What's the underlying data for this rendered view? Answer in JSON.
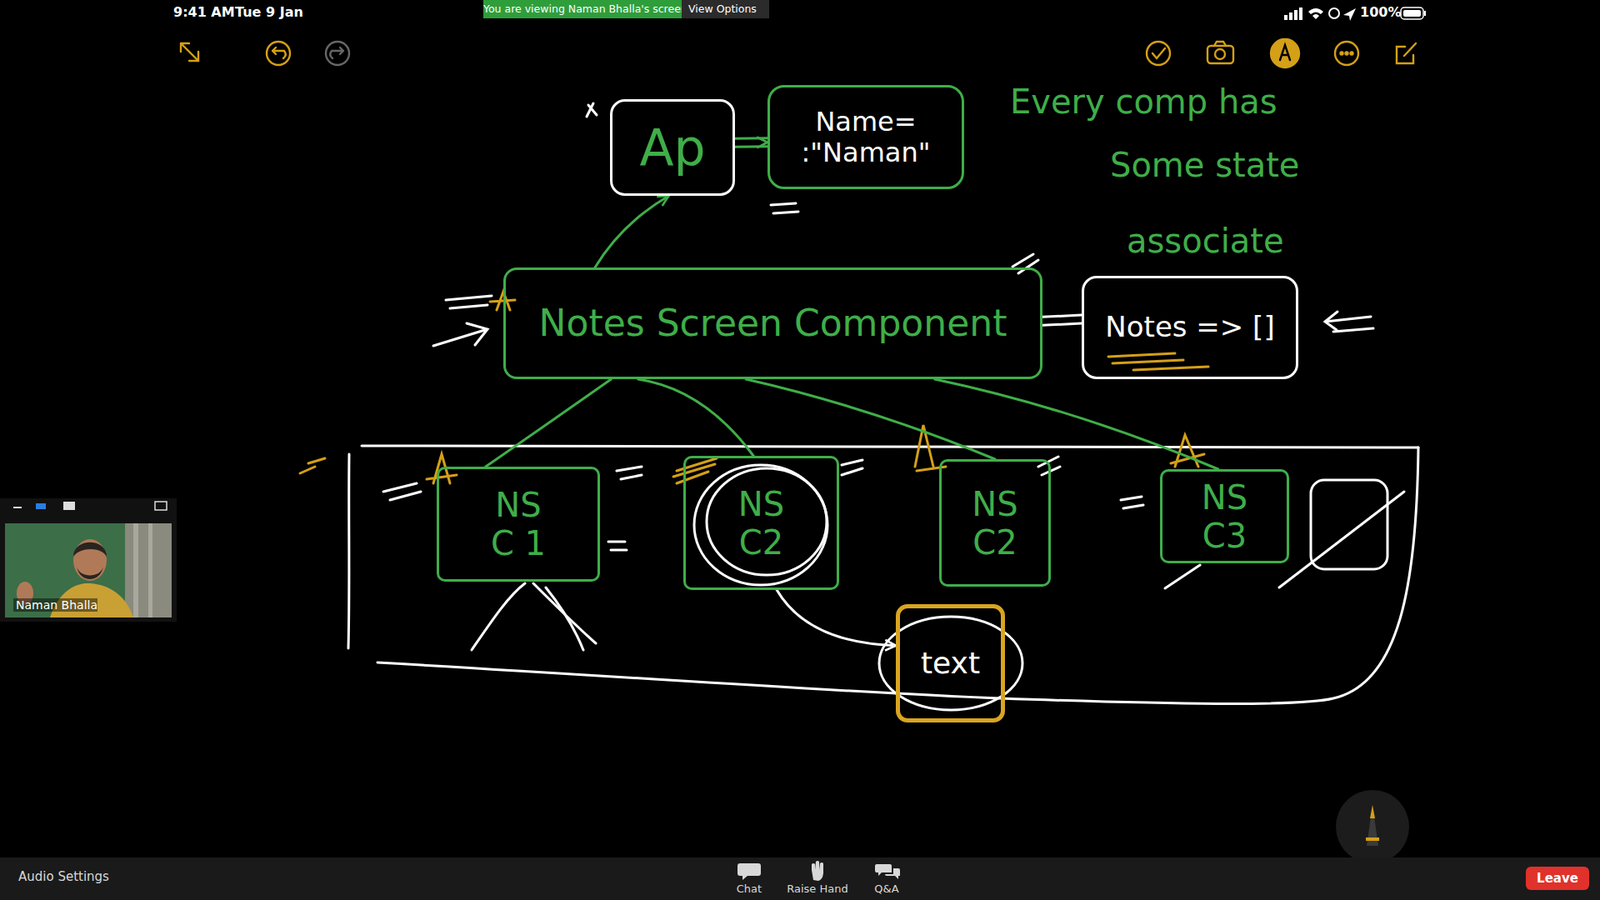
{
  "diagram": {
    "nodes": [
      {
        "text": [
          "Ap"
        ]
      },
      {
        "text": [
          "Name= :\"Naman\""
        ]
      },
      {
        "text": [
          "Notes Screen Component"
        ]
      },
      {
        "text": [
          "Notes => []"
        ]
      },
      {
        "text": [
          "NS C 1"
        ]
      },
      {
        "text": [
          "NS C2"
        ]
      },
      {
        "text": [
          "NS C2"
        ]
      },
      {
        "text": [
          "NS C3"
        ]
      },
      {
        "text": [
          "text"
        ]
      }
    ],
    "edges": [
      {
        "from": 2,
        "to": 0,
        "arrow": "to"
      },
      {
        "from": 0,
        "to": 1,
        "arrow": "to"
      },
      {
        "from": 2,
        "to": 3,
        "arrow": "none"
      },
      {
        "from": 2,
        "to": 4,
        "arrow": "none"
      },
      {
        "from": 2,
        "to": 5,
        "arrow": "none"
      },
      {
        "from": 2,
        "to": 6,
        "arrow": "none"
      },
      {
        "from": 2,
        "to": 7,
        "arrow": "none"
      },
      {
        "from": 5,
        "to": 8,
        "arrow": "to"
      }
    ],
    "labels": [
      "9:41 AM",
      "Tue 9 Jan",
      "You are viewing Naman Bhalla's screen",
      "View Options",
      "100%",
      "Every comp has Some state",
      "associate",
      "Naman Bhalla",
      "Audio Settings",
      "Chat",
      "Raise Hand",
      "Q&A",
      "Leave"
    ]
  }
}
